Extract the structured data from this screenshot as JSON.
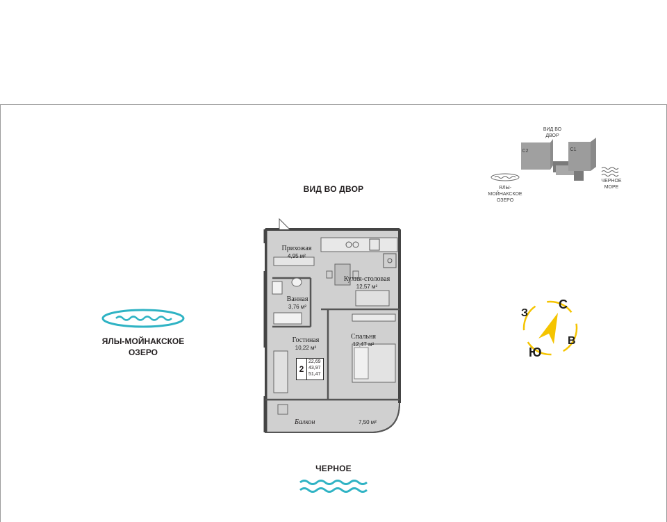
{
  "labels": {
    "courtyard_view": "ВИД ВО ДВОР",
    "lake": "ЯЛЫ-МОЙНАКСКОЕ ОЗЕРО",
    "sea_bottom": "ЧЕРНОЕ"
  },
  "mini_map": {
    "courtyard": "ВИД ВО ДВОР",
    "lake": "ЯЛЫ-МОЙНАКСКОЕ ОЗЕРО",
    "sea": "ЧЕРНОЕ МОРЕ",
    "block_c2": "С2",
    "block_c1": "С1"
  },
  "rooms": {
    "hall": {
      "name": "Прихожая",
      "area": "4,95 м²"
    },
    "kitchen": {
      "name": "Кухня-столовая",
      "area": "12,57 м²"
    },
    "bath": {
      "name": "Ванная",
      "area": "3,76 м²"
    },
    "living": {
      "name": "Гостиная",
      "area": "10,22 м²"
    },
    "bedroom": {
      "name": "Спальня",
      "area": "12,47 м²"
    },
    "balcony": {
      "name": "Балкон",
      "area": "7,50 м²"
    }
  },
  "apartment_badge": {
    "rooms": "2",
    "living_area": "22,69",
    "total_area": "43,97",
    "area_with_balcony": "51,47"
  },
  "compass": {
    "north": "С",
    "east": "В",
    "south": "Ю",
    "west": "З",
    "color": "#f5c400"
  },
  "colors": {
    "water": "#2fb3c4",
    "wall": "#5a5a5a",
    "floor": "#cfcfcf"
  }
}
